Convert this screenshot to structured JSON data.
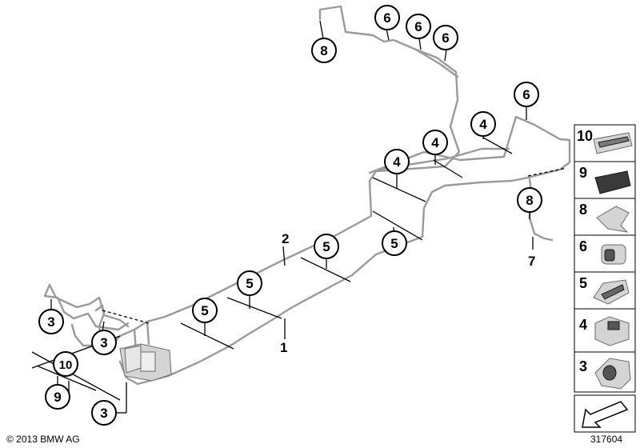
{
  "diagram": {
    "copyright": "© 2013 BMW AG",
    "drawing_number": "317604",
    "plain_labels": {
      "line_1": "1",
      "line_2": "2",
      "line_7": "7"
    },
    "callouts": [
      "8",
      "6",
      "6",
      "6",
      "6",
      "4",
      "4",
      "4",
      "5",
      "5",
      "5",
      "5",
      "3",
      "3",
      "3",
      "10",
      "9",
      "8"
    ],
    "legend": [
      "10",
      "9",
      "8",
      "6",
      "5",
      "4",
      "3"
    ]
  }
}
